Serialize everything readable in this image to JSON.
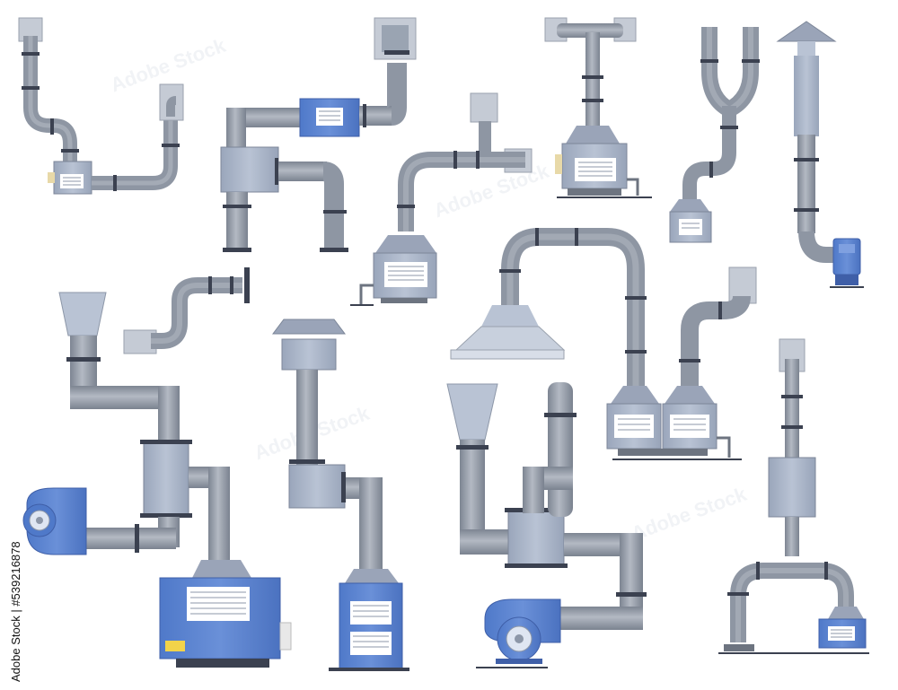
{
  "image": {
    "subject": "ventilation-duct-systems",
    "watermark_text": "Adobe Stock",
    "credit_text": "Adobe Stock | #539216878"
  },
  "colors": {
    "pipe": "#8e96a3",
    "pipe_light": "#a9b0bb",
    "pipe_dark": "#6d7480",
    "joint": "#3b4150",
    "unit_grey": "#a8b4c8",
    "unit_blue": "#5b82d0",
    "unit_blue_dark": "#3f5fa8",
    "vent": "#ffffff",
    "label_yellow": "#f2d34a"
  }
}
